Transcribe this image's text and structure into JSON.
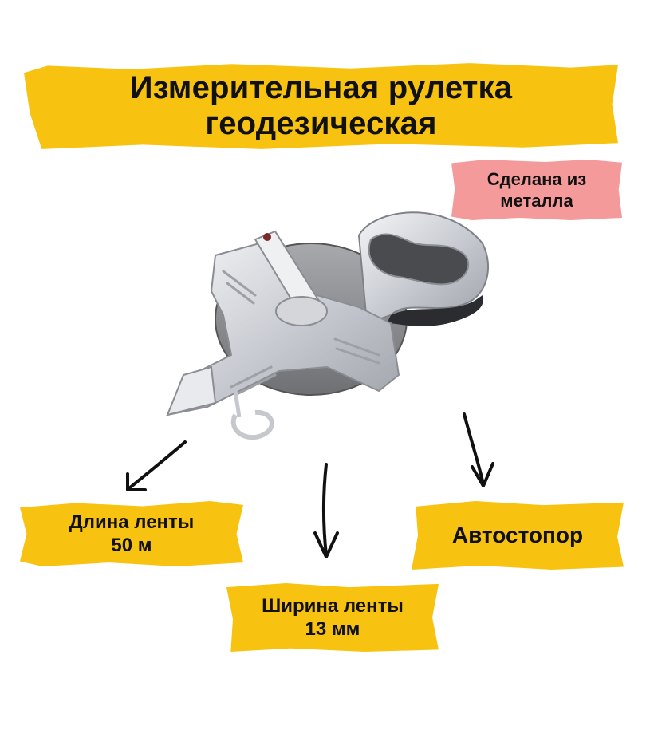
{
  "title": {
    "line1": "Измерительная рулетка",
    "line2": "геодезическая"
  },
  "material_note": {
    "line1": "Сделана из",
    "line2": "металла"
  },
  "features": {
    "tape_length": {
      "line1": "Длина ленты",
      "line2": "50 м"
    },
    "tape_width": {
      "line1": "Ширина ленты",
      "line2": "13 мм"
    },
    "auto_stop": {
      "label": "Автостопор"
    }
  },
  "colors": {
    "banner_yellow": "#f7c310",
    "note_pink": "#f59a9a",
    "text": "#111111",
    "metal": "#d9dbdf"
  },
  "icons": {
    "product_image": "measuring-tape-reel",
    "arrows": [
      "arrow-down-left",
      "arrow-down",
      "arrow-down-right"
    ]
  }
}
